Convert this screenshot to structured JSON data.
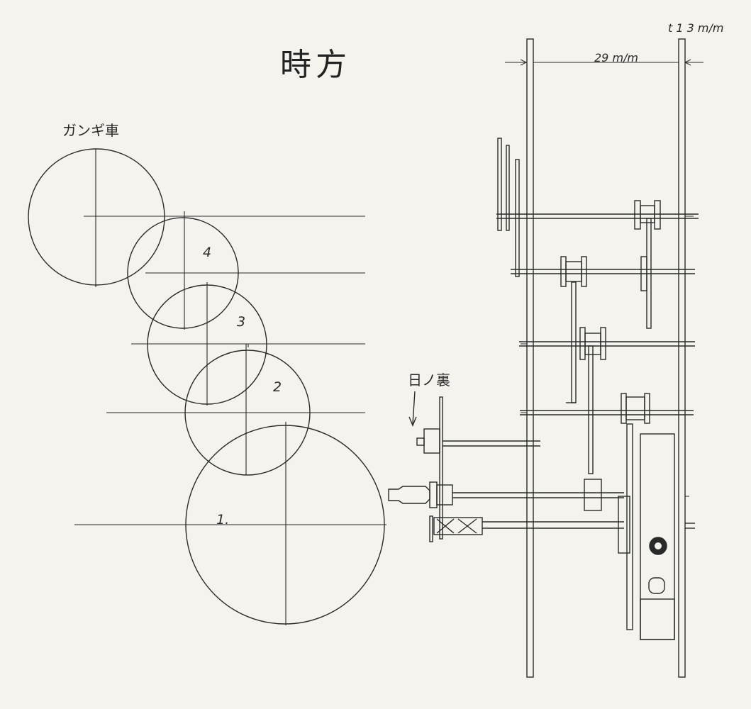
{
  "title": "時方",
  "labels": {
    "gangi_wheel": "ガンギ車",
    "hinoura": "日ノ裏",
    "wheel_1": "1.",
    "wheel_2": "2",
    "wheel_3": "3",
    "wheel_4": "4"
  },
  "dimensions": {
    "plate_thickness": "t 1 3 m/m",
    "plate_spacing": "29 m/m"
  },
  "colors": {
    "ink": "#2a2a2a",
    "paper": "#f4f3ee"
  }
}
